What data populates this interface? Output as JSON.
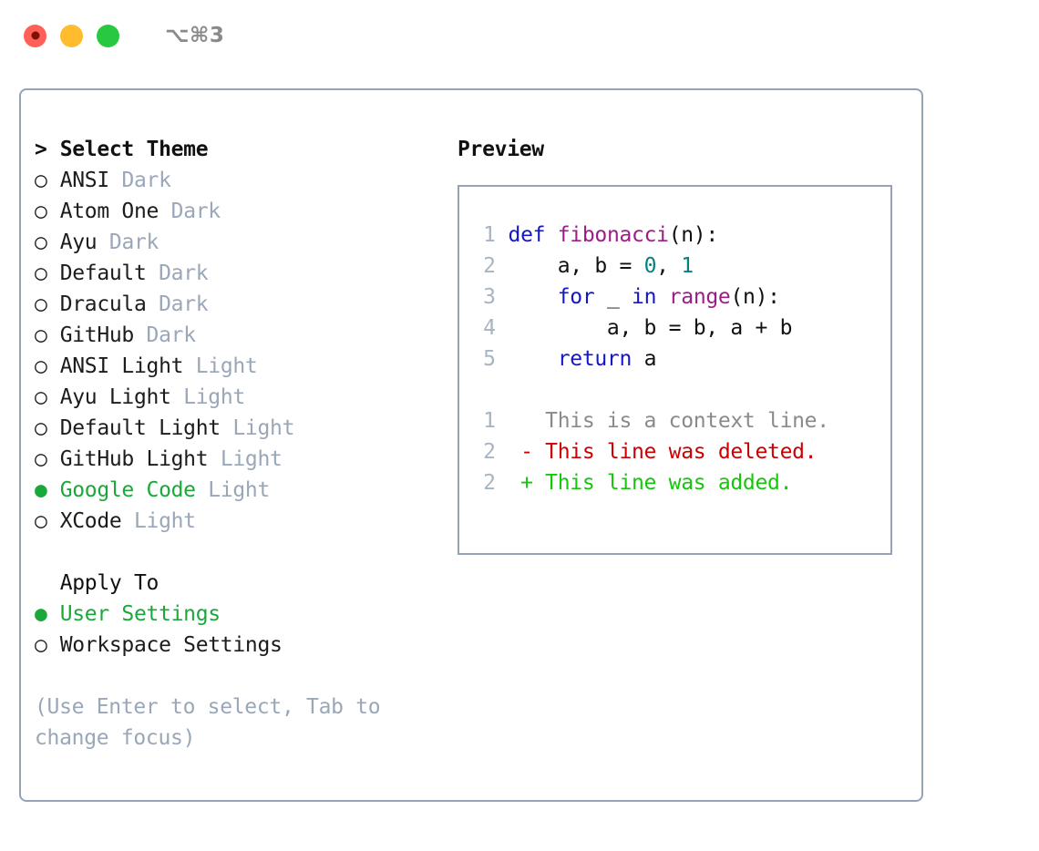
{
  "titlebar": {
    "shortcut": "⌥⌘3",
    "buttons": [
      {
        "name": "close",
        "color": "#ff5f57"
      },
      {
        "name": "minimize",
        "color": "#febc2e"
      },
      {
        "name": "maximize",
        "color": "#28c840"
      }
    ]
  },
  "theme_picker": {
    "header_prefix": "> ",
    "header": "Select Theme",
    "bullet_selected": "●",
    "bullet_unselected": "○",
    "items": [
      {
        "label": "ANSI",
        "meta": "Dark",
        "selected": false
      },
      {
        "label": "Atom One",
        "meta": "Dark",
        "selected": false
      },
      {
        "label": "Ayu",
        "meta": "Dark",
        "selected": false
      },
      {
        "label": "Default",
        "meta": "Dark",
        "selected": false
      },
      {
        "label": "Dracula",
        "meta": "Dark",
        "selected": false
      },
      {
        "label": "GitHub",
        "meta": "Dark",
        "selected": false
      },
      {
        "label": "ANSI Light",
        "meta": "Light",
        "selected": false
      },
      {
        "label": "Ayu Light",
        "meta": "Light",
        "selected": false
      },
      {
        "label": "Default Light",
        "meta": "Light",
        "selected": false
      },
      {
        "label": "GitHub Light",
        "meta": "Light",
        "selected": false
      },
      {
        "label": "Google Code",
        "meta": "Light",
        "selected": true
      },
      {
        "label": "XCode",
        "meta": "Light",
        "selected": false
      }
    ]
  },
  "apply_to": {
    "header": "Apply To",
    "items": [
      {
        "label": "User Settings",
        "selected": true
      },
      {
        "label": "Workspace Settings",
        "selected": false
      }
    ]
  },
  "hint": "(Use Enter to select, Tab to change focus)",
  "preview": {
    "title": "Preview",
    "code_lines": [
      {
        "number": "1",
        "tokens": [
          {
            "t": "def",
            "c": "kw"
          },
          {
            "t": " ",
            "c": "txt"
          },
          {
            "t": "fibonacci",
            "c": "fn"
          },
          {
            "t": "(n):",
            "c": "txt"
          }
        ]
      },
      {
        "number": "2",
        "tokens": [
          {
            "t": "    a, b = ",
            "c": "txt"
          },
          {
            "t": "0",
            "c": "num"
          },
          {
            "t": ", ",
            "c": "txt"
          },
          {
            "t": "1",
            "c": "num"
          }
        ]
      },
      {
        "number": "3",
        "tokens": [
          {
            "t": "    ",
            "c": "txt"
          },
          {
            "t": "for",
            "c": "kw"
          },
          {
            "t": " _ ",
            "c": "txt"
          },
          {
            "t": "in",
            "c": "kw"
          },
          {
            "t": " ",
            "c": "txt"
          },
          {
            "t": "range",
            "c": "fn"
          },
          {
            "t": "(n):",
            "c": "txt"
          }
        ]
      },
      {
        "number": "4",
        "tokens": [
          {
            "t": "        a, b = b, a + b",
            "c": "txt"
          }
        ]
      },
      {
        "number": "5",
        "tokens": [
          {
            "t": "    ",
            "c": "txt"
          },
          {
            "t": "return",
            "c": "kw"
          },
          {
            "t": " a",
            "c": "txt"
          }
        ]
      }
    ],
    "diff_lines": [
      {
        "number": "1",
        "marker": " ",
        "text": " This is a context line.",
        "kind": "ctx"
      },
      {
        "number": "2",
        "marker": "-",
        "text": " This line was deleted.",
        "kind": "del"
      },
      {
        "number": "2",
        "marker": "+",
        "text": " This line was added.",
        "kind": "add"
      }
    ]
  },
  "colors": {
    "border": "#94a3b8",
    "muted": "#9aa7b8",
    "accent_green": "#1ba83a",
    "keyword": "#1316c9",
    "function": "#9c1d87",
    "number": "#0a7f7f",
    "diff_added": "#16c60c",
    "diff_deleted": "#cc0000",
    "diff_context": "#8a8a8a",
    "lineno": "#a9b4c2"
  }
}
